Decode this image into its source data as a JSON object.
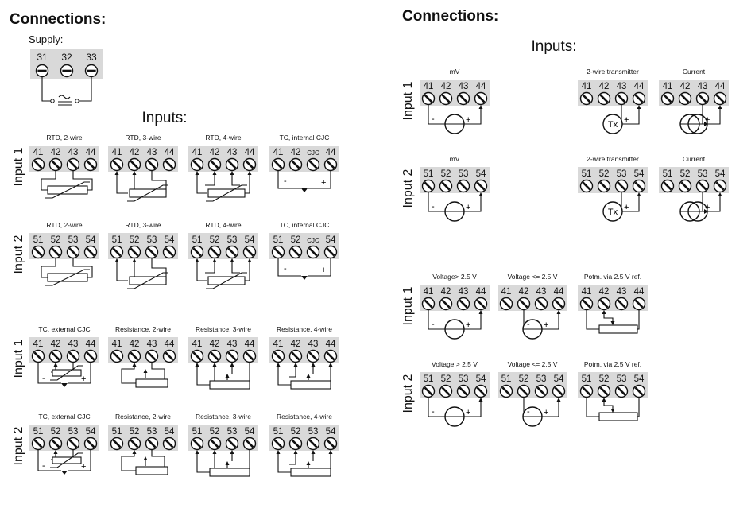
{
  "left": {
    "heading": "Connections:",
    "supply": {
      "label": "Supply:",
      "terminals": [
        "31",
        "32",
        "33"
      ]
    },
    "inputs_title": "Inputs:",
    "rows": [
      {
        "label": "Input 1",
        "blocks": [
          {
            "title": "RTD, 2-wire",
            "terminals": [
              "41",
              "42",
              "43",
              "44"
            ],
            "circuit": "rtd2"
          },
          {
            "title": "RTD, 3-wire",
            "terminals": [
              "41",
              "42",
              "43",
              "44"
            ],
            "circuit": "rtd3"
          },
          {
            "title": "RTD, 4-wire",
            "terminals": [
              "41",
              "42",
              "43",
              "44"
            ],
            "circuit": "rtd4"
          },
          {
            "title": "TC, internal CJC",
            "terminals": [
              "41",
              "42",
              "CJC",
              "44"
            ],
            "circuit": "tcint"
          }
        ]
      },
      {
        "label": "Input 2",
        "blocks": [
          {
            "title": "RTD, 2-wire",
            "terminals": [
              "51",
              "52",
              "53",
              "54"
            ],
            "circuit": "rtd2"
          },
          {
            "title": "RTD, 3-wire",
            "terminals": [
              "51",
              "52",
              "53",
              "54"
            ],
            "circuit": "rtd3"
          },
          {
            "title": "RTD, 4-wire",
            "terminals": [
              "51",
              "52",
              "53",
              "54"
            ],
            "circuit": "rtd4"
          },
          {
            "title": "TC, internal CJC",
            "terminals": [
              "51",
              "52",
              "CJC",
              "54"
            ],
            "circuit": "tcint"
          }
        ]
      },
      {
        "label": "Input 1",
        "blocks": [
          {
            "title": "TC, external CJC",
            "terminals": [
              "41",
              "42",
              "43",
              "44"
            ],
            "circuit": "tcext"
          },
          {
            "title": "Resistance, 2-wire",
            "terminals": [
              "41",
              "42",
              "43",
              "44"
            ],
            "circuit": "res2"
          },
          {
            "title": "Resistance, 3-wire",
            "terminals": [
              "41",
              "42",
              "43",
              "44"
            ],
            "circuit": "res3"
          },
          {
            "title": "Resistance, 4-wire",
            "terminals": [
              "41",
              "42",
              "43",
              "44"
            ],
            "circuit": "res4"
          }
        ]
      },
      {
        "label": "Input 2",
        "blocks": [
          {
            "title": "TC, external CJC",
            "terminals": [
              "51",
              "52",
              "53",
              "54"
            ],
            "circuit": "tcext"
          },
          {
            "title": "Resistance, 2-wire",
            "terminals": [
              "51",
              "52",
              "53",
              "54"
            ],
            "circuit": "res2"
          },
          {
            "title": "Resistance, 3-wire",
            "terminals": [
              "51",
              "52",
              "53",
              "54"
            ],
            "circuit": "res3"
          },
          {
            "title": "Resistance, 4-wire",
            "terminals": [
              "51",
              "52",
              "53",
              "54"
            ],
            "circuit": "res4"
          }
        ]
      }
    ]
  },
  "right": {
    "heading": "Connections:",
    "inputs_title": "Inputs:",
    "rows": [
      {
        "label": "Input 1",
        "blocks": [
          {
            "title": "mV",
            "terminals": [
              "41",
              "42",
              "43",
              "44"
            ],
            "circuit": "mv"
          },
          {
            "title": "2-wire transmitter",
            "terminals": [
              "41",
              "42",
              "43",
              "44"
            ],
            "circuit": "tx"
          },
          {
            "title": "Current",
            "terminals": [
              "41",
              "42",
              "43",
              "44"
            ],
            "circuit": "cur"
          }
        ]
      },
      {
        "label": "Input 2",
        "blocks": [
          {
            "title": "mV",
            "terminals": [
              "51",
              "52",
              "53",
              "54"
            ],
            "circuit": "mv"
          },
          {
            "title": "2-wire transmitter",
            "terminals": [
              "51",
              "52",
              "53",
              "54"
            ],
            "circuit": "tx"
          },
          {
            "title": "Current",
            "terminals": [
              "51",
              "52",
              "53",
              "54"
            ],
            "circuit": "cur"
          }
        ]
      },
      {
        "label": "Input 1",
        "blocks": [
          {
            "title": "Voltage> 2.5 V",
            "terminals": [
              "41",
              "42",
              "43",
              "44"
            ],
            "circuit": "vhigh"
          },
          {
            "title": "Voltage <= 2.5 V",
            "terminals": [
              "41",
              "42",
              "43",
              "44"
            ],
            "circuit": "vlow"
          },
          {
            "title": "Potm. via 2.5 V ref.",
            "terminals": [
              "41",
              "42",
              "43",
              "44"
            ],
            "circuit": "potm"
          }
        ]
      },
      {
        "label": "Input 2",
        "blocks": [
          {
            "title": "Voltage > 2.5 V",
            "terminals": [
              "51",
              "52",
              "53",
              "54"
            ],
            "circuit": "vhigh"
          },
          {
            "title": "Voltage <= 2.5 V",
            "terminals": [
              "51",
              "52",
              "53",
              "54"
            ],
            "circuit": "vlow"
          },
          {
            "title": "Potm. via 2.5 V ref.",
            "terminals": [
              "51",
              "52",
              "53",
              "54"
            ],
            "circuit": "potm"
          }
        ]
      }
    ]
  }
}
